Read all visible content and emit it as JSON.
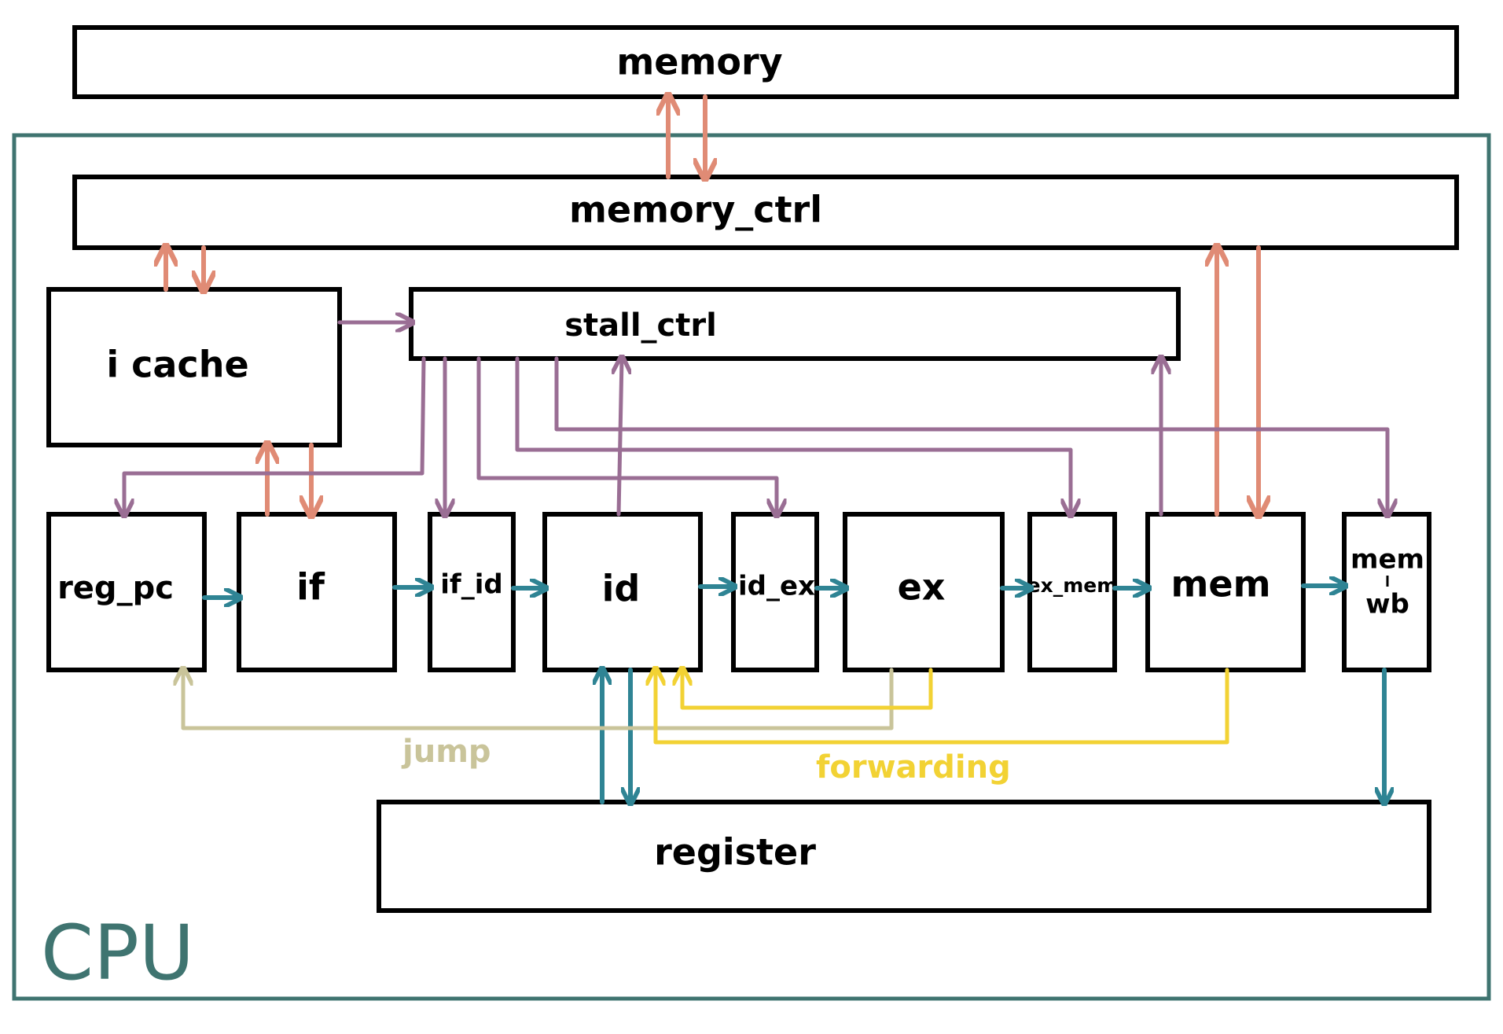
{
  "colors": {
    "memory_bus": "#e08b75",
    "stall": "#9a6e94",
    "pipeline": "#2f8494",
    "jump": "#c9c49a",
    "forwarding": "#f2d234",
    "cpu_frame": "#3f7470",
    "box_stroke": "#000000"
  },
  "blocks": {
    "memory": "memory",
    "memory_ctrl": "memory_ctrl",
    "icache": "i cache",
    "stall_ctrl": "stall_ctrl",
    "reg_pc": "reg_pc",
    "if": "if",
    "if_id": "if_id",
    "id": "id",
    "id_ex": "id_ex",
    "ex": "ex",
    "ex_mem": "ex_mem",
    "mem": "mem",
    "mem_wb_top": "mem",
    "mem_wb_bottom": "wb",
    "register": "register"
  },
  "labels": {
    "cpu": "CPU",
    "jump": "jump",
    "forwarding": "forwarding"
  }
}
